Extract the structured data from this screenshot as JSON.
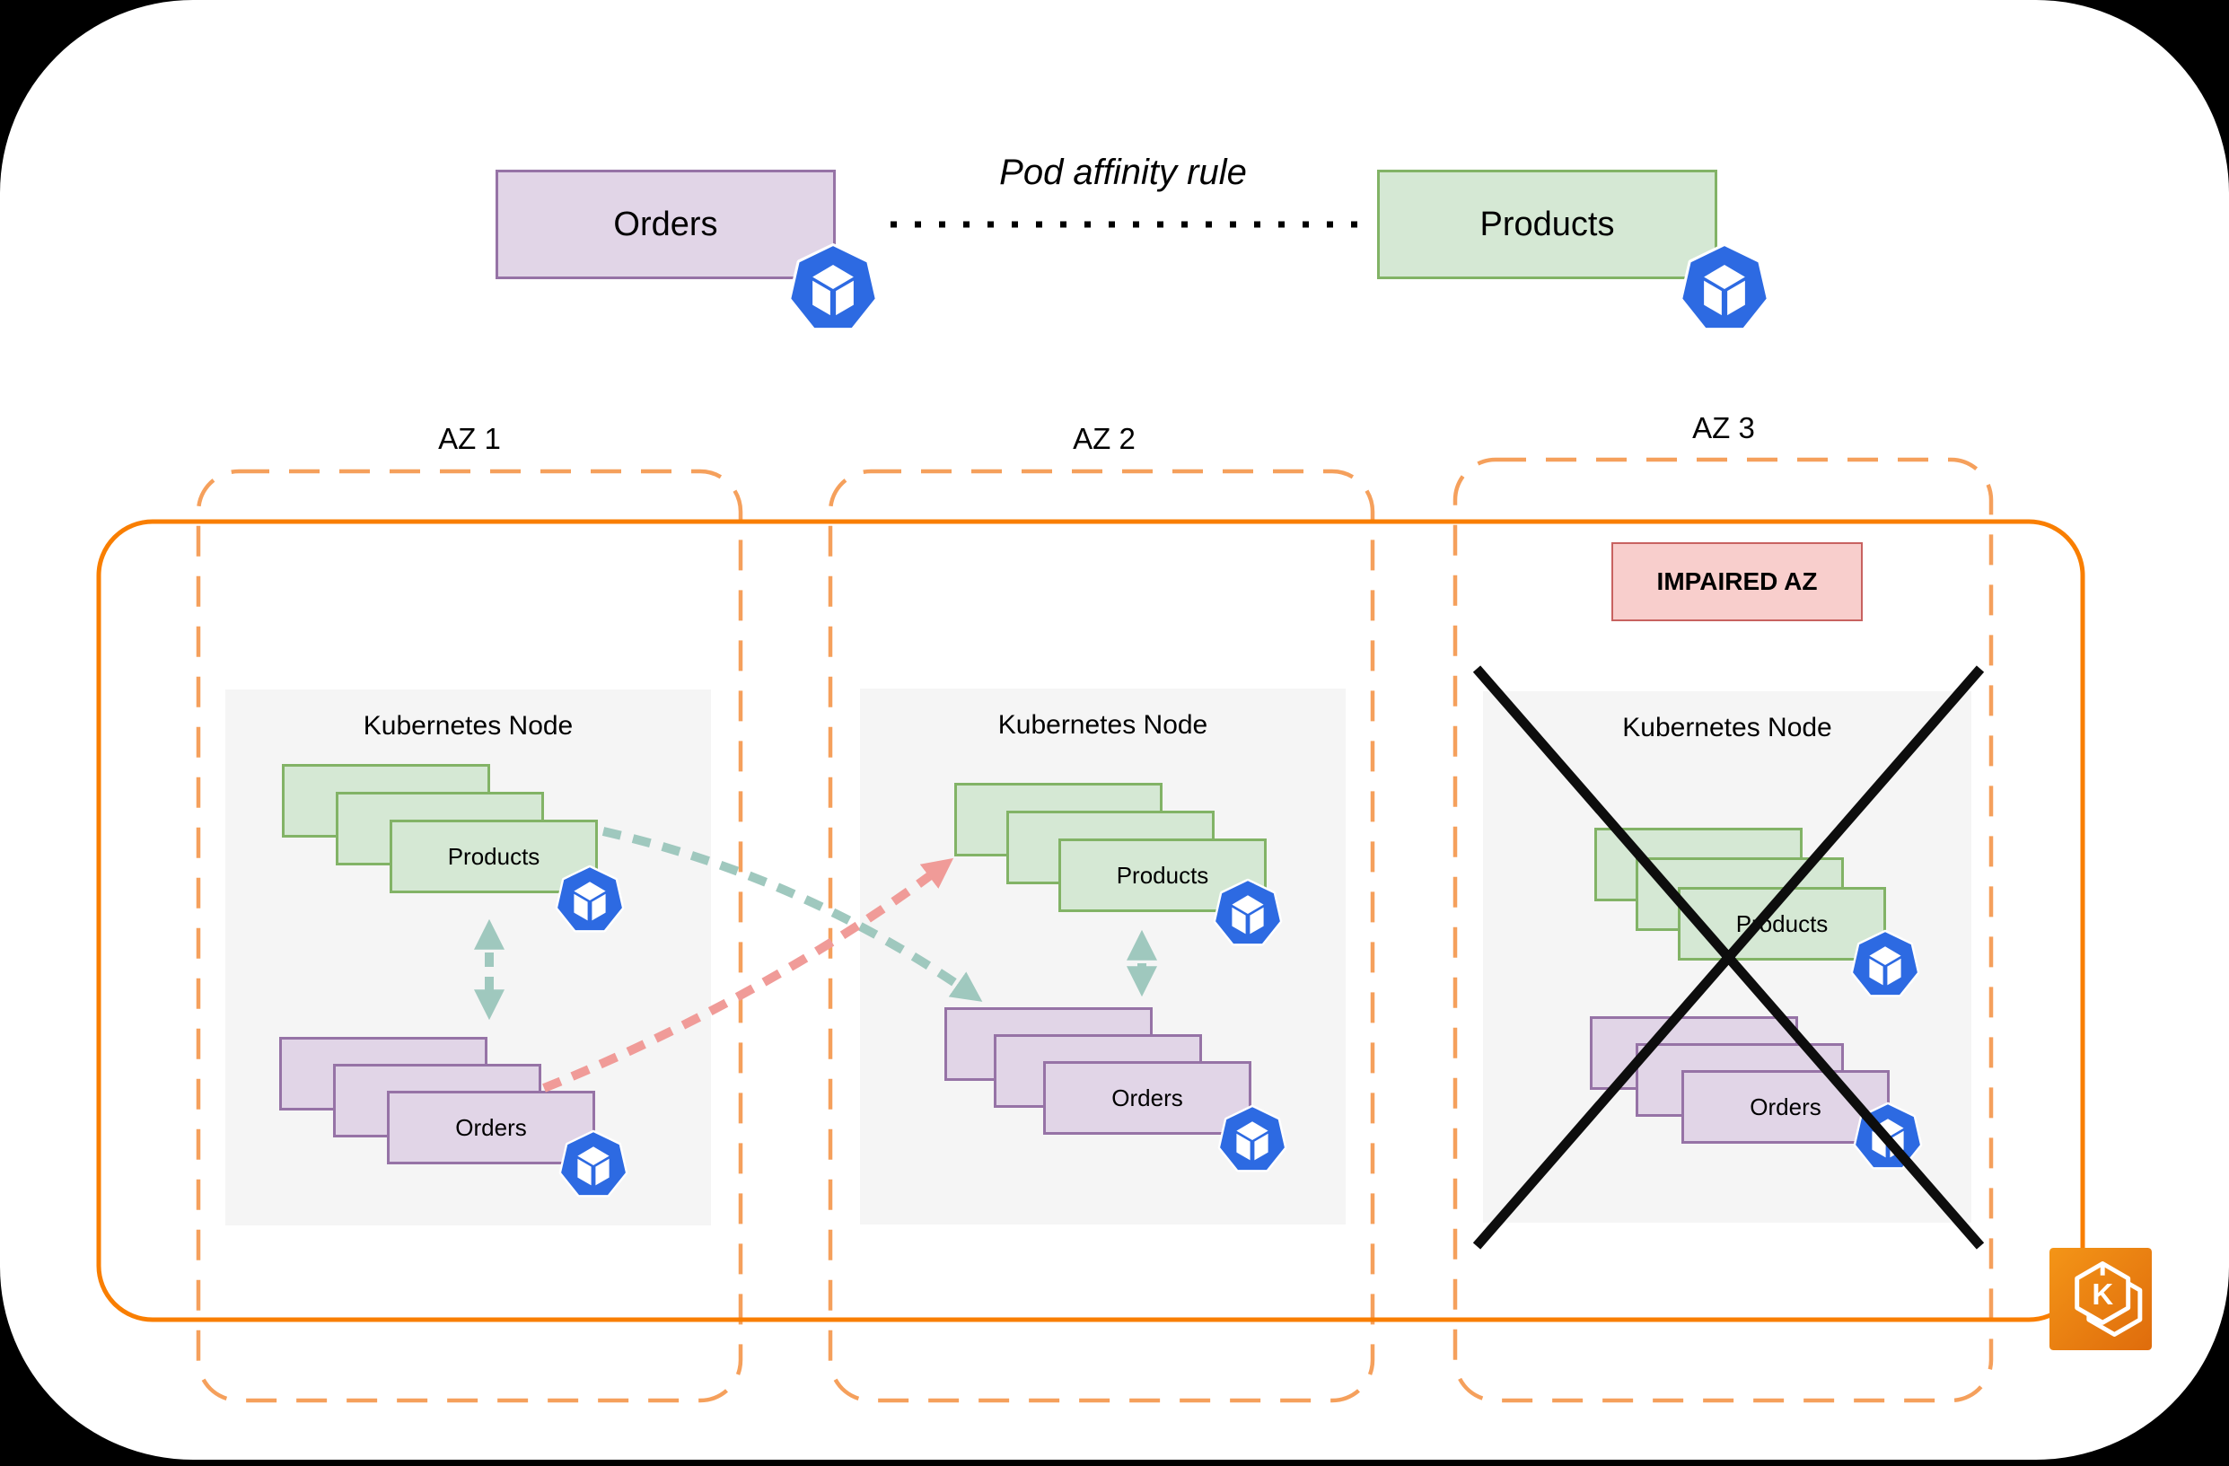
{
  "affinity_rule": {
    "label": "Pod affinity rule",
    "orders_label": "Orders",
    "products_label": "Products"
  },
  "zones": [
    {
      "label": "AZ 1",
      "node_title": "Kubernetes Node",
      "pods": {
        "products_label": "Products",
        "orders_label": "Orders"
      }
    },
    {
      "label": "AZ 2",
      "node_title": "Kubernetes Node",
      "pods": {
        "products_label": "Products",
        "orders_label": "Orders"
      }
    },
    {
      "label": "AZ 3",
      "node_title": "Kubernetes Node",
      "pods": {
        "products_label": "Products",
        "orders_label": "Orders"
      },
      "impaired_label": "IMPAIRED AZ"
    }
  ],
  "icons": {
    "pod_icon": "kubernetes-pod-icon",
    "eks_icon": "amazon-eks-icon",
    "eks_letter": "K"
  },
  "colors": {
    "purple_fill": "#E1D5E7",
    "purple_stroke": "#9673A6",
    "green_fill": "#D5E8D4",
    "green_stroke": "#82B366",
    "red_fill": "#F8CECC",
    "red_stroke": "#C86260",
    "orange_dashed": "#F5A05C",
    "orange_solid": "#F97E00",
    "teal_arrow": "#9FC8BE",
    "pink_arrow": "#F09B98",
    "node_fill": "#F5F5F5",
    "pod_blue": "#2D6AE2",
    "eks_gradient_start": "#F49517",
    "eks_gradient_end": "#DF6C0C"
  }
}
